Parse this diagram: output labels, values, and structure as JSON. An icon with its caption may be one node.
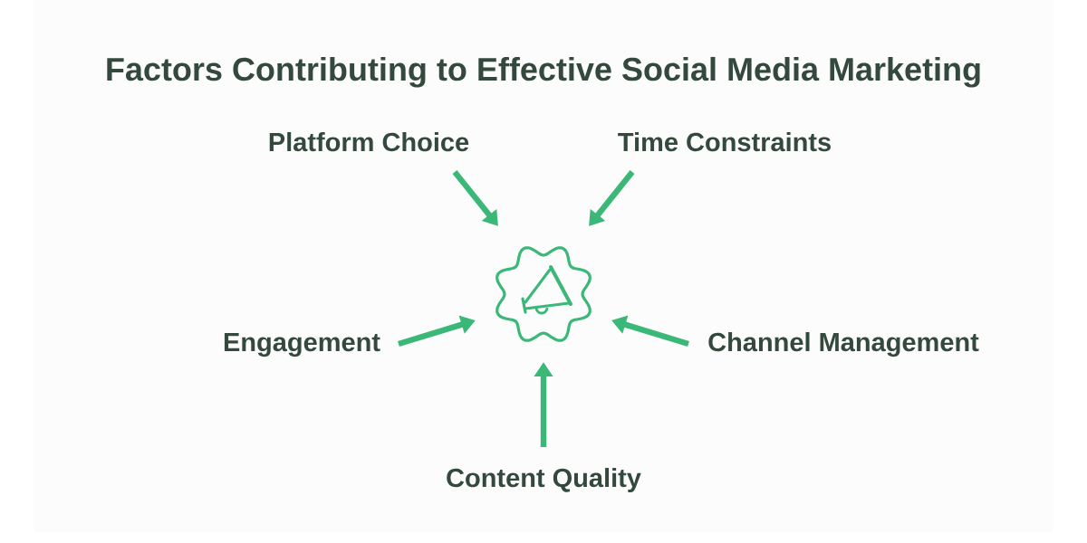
{
  "diagram": {
    "title": "Factors Contributing to Effective Social Media Marketing",
    "nodes": [
      {
        "text": [
          "Platform Choice"
        ]
      },
      {
        "text": [
          "Time Constraints"
        ]
      },
      {
        "text": [
          "Engagement"
        ]
      },
      {
        "text": [
          "Channel Management"
        ]
      },
      {
        "text": [
          "Content Quality"
        ]
      },
      {
        "text": [],
        "shape": "picture"
      }
    ],
    "edges": [
      {
        "from": 0,
        "to": 5,
        "arrow": "to"
      },
      {
        "from": 1,
        "to": 5,
        "arrow": "to"
      },
      {
        "from": 2,
        "to": 5,
        "arrow": "to"
      },
      {
        "from": 3,
        "to": 5,
        "arrow": "to"
      },
      {
        "from": 4,
        "to": 5,
        "arrow": "to"
      }
    ]
  }
}
